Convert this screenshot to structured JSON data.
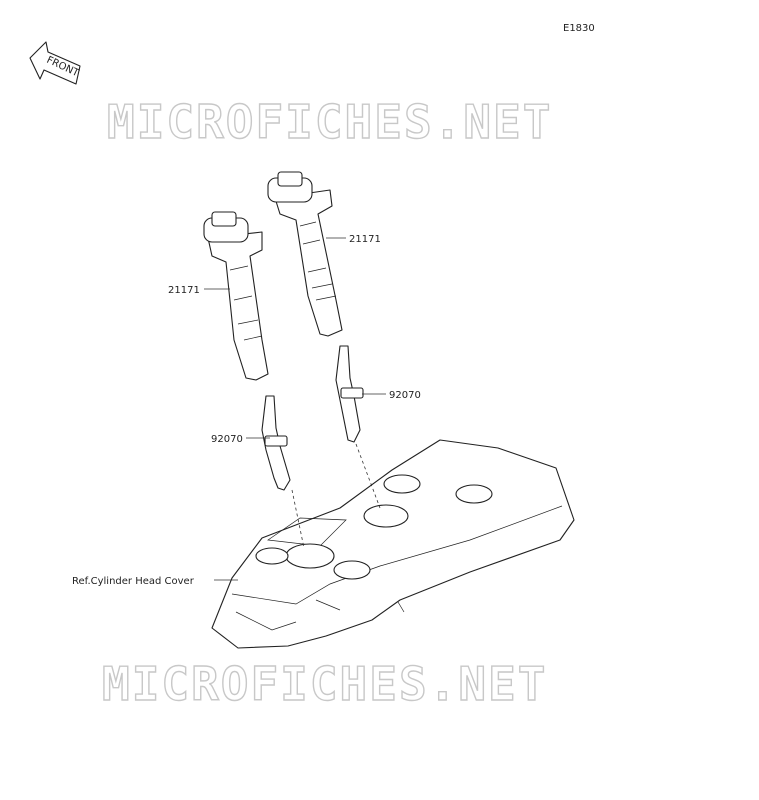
{
  "diagram": {
    "code": "E1830",
    "front_label": "FRONT",
    "watermark": "MICROFICHES.NET",
    "callouts": {
      "coil_right": "21171",
      "coil_left": "21171",
      "plug_right": "92070",
      "plug_left": "92070",
      "head_cover": "Ref.Cylinder Head Cover"
    }
  }
}
